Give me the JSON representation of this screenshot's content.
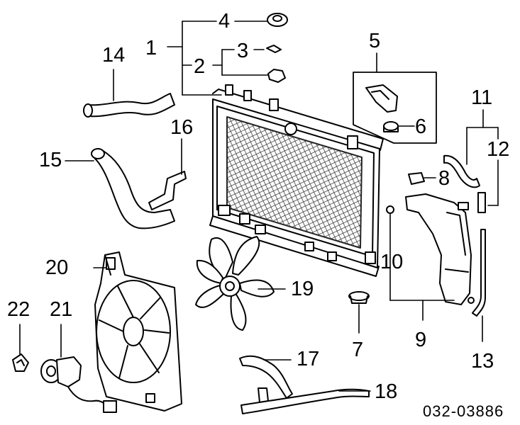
{
  "callouts": {
    "c1": "1",
    "c2": "2",
    "c3": "3",
    "c4": "4",
    "c5": "5",
    "c6": "6",
    "c7": "7",
    "c8": "8",
    "c9": "9",
    "c10": "10",
    "c11": "11",
    "c12": "12",
    "c13": "13",
    "c14": "14",
    "c15": "15",
    "c16": "16",
    "c17": "17",
    "c18": "18",
    "c19": "19",
    "c20": "20",
    "c21": "21",
    "c22": "22"
  },
  "figure_code": "032-03886"
}
